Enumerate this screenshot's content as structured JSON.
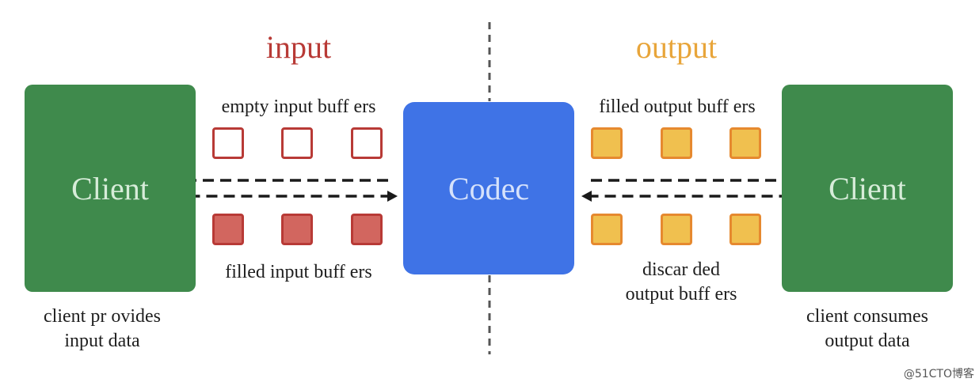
{
  "headings": {
    "input": "input",
    "output": "output"
  },
  "boxes": {
    "client_left": "Client",
    "codec": "Codec",
    "client_right": "Client"
  },
  "labels": {
    "empty_input": "empty input buff ers",
    "filled_input": "filled input buff ers",
    "filled_output": "filled output buff ers",
    "discarded_output_1": "discar ded",
    "discarded_output_2": "output buff ers",
    "client_provides_1": "client pr ovides",
    "client_provides_2": "input data",
    "client_consumes_1": "client consumes",
    "client_consumes_2": "output data"
  },
  "watermark": "@51CTO博客",
  "colors": {
    "input_heading": "#b83a36",
    "output_heading": "#e8a53a",
    "client": "#3f8a4c",
    "codec": "#3f73e6",
    "buffer_red_border": "#b83a36",
    "buffer_red_fill": "#d2665f",
    "buffer_yellow_fill": "#f0c04f",
    "buffer_yellow_border": "#e6892f"
  }
}
